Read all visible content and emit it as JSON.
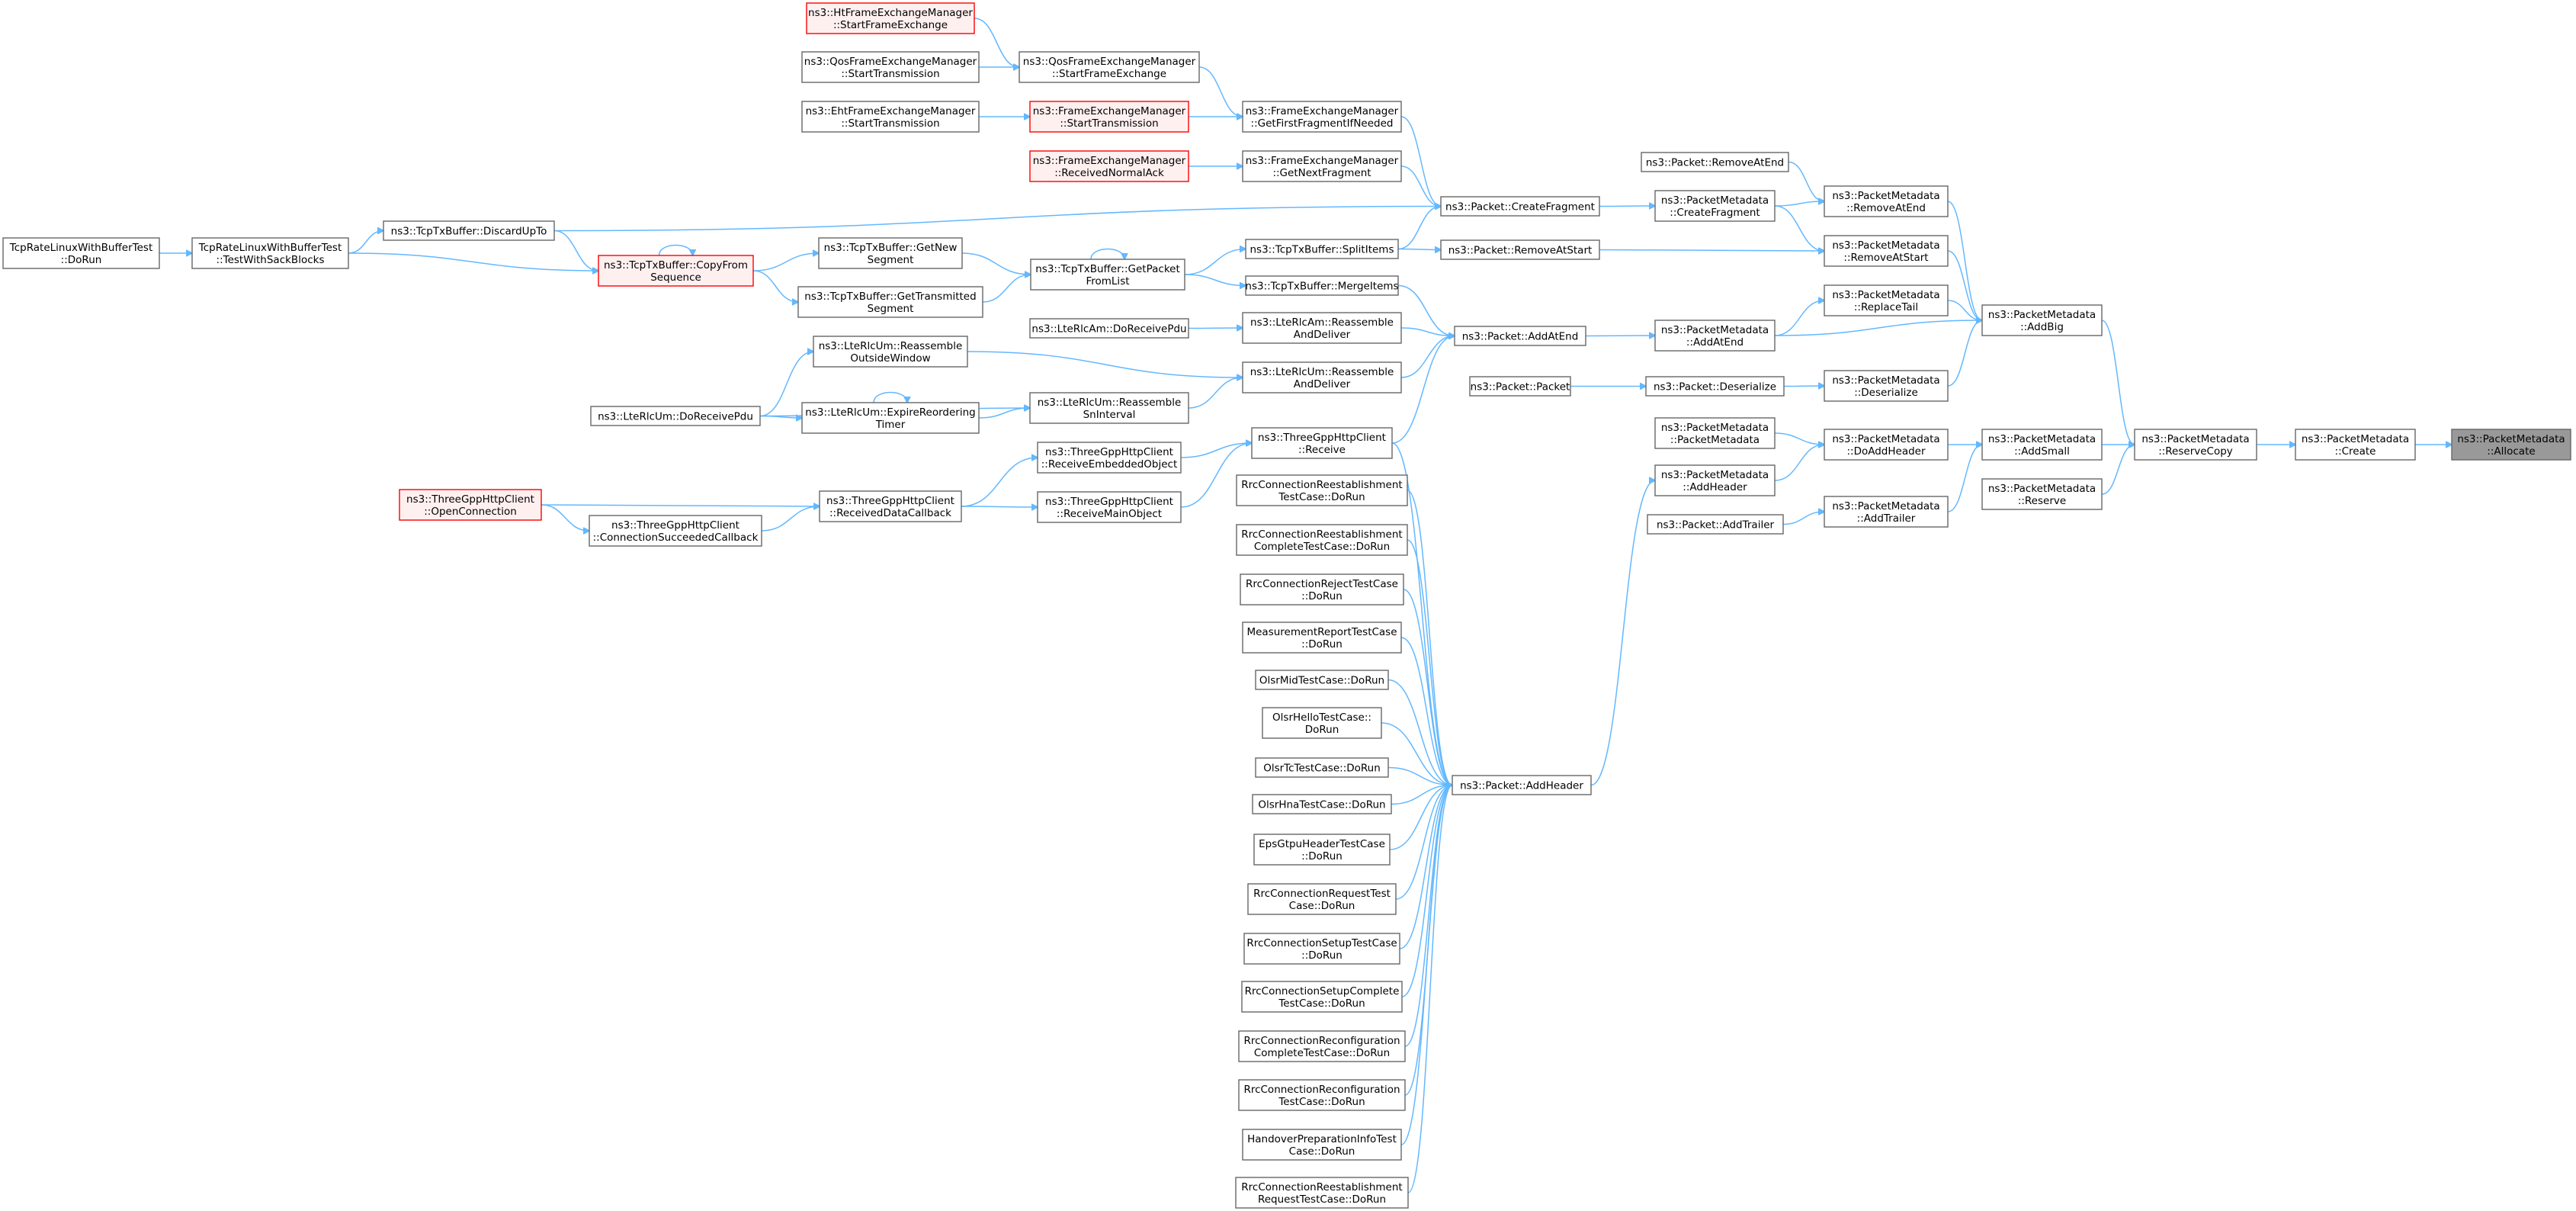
{
  "colors": {
    "edge": "#63b8ff",
    "node_border": "#666666",
    "red_border": "#ff0000",
    "red_fill": "#fff0f0",
    "highlight_fill": "#999999"
  },
  "nodes": [
    {
      "id": "allocate",
      "lines": [
        "ns3::PacketMetadata",
        "::Allocate"
      ],
      "style": "hl"
    },
    {
      "id": "create",
      "lines": [
        "ns3::PacketMetadata",
        "::Create"
      ]
    },
    {
      "id": "reservecopy",
      "lines": [
        "ns3::PacketMetadata",
        "::ReserveCopy"
      ]
    },
    {
      "id": "addbig",
      "lines": [
        "ns3::PacketMetadata",
        "::AddBig"
      ]
    },
    {
      "id": "addsmall",
      "lines": [
        "ns3::PacketMetadata",
        "::AddSmall"
      ]
    },
    {
      "id": "reserve",
      "lines": [
        "ns3::PacketMetadata",
        "::Reserve"
      ]
    },
    {
      "id": "removeatend",
      "lines": [
        "ns3::PacketMetadata",
        "::RemoveAtEnd"
      ]
    },
    {
      "id": "removeatstart",
      "lines": [
        "ns3::PacketMetadata",
        "::RemoveAtStart"
      ]
    },
    {
      "id": "replacetail",
      "lines": [
        "ns3::PacketMetadata",
        "::ReplaceTail"
      ]
    },
    {
      "id": "pm_deserialize",
      "lines": [
        "ns3::PacketMetadata",
        "::Deserialize"
      ]
    },
    {
      "id": "doaddheader",
      "lines": [
        "ns3::PacketMetadata",
        "::DoAddHeader"
      ]
    },
    {
      "id": "pm_addtrailer",
      "lines": [
        "ns3::PacketMetadata",
        "::AddTrailer"
      ]
    },
    {
      "id": "p_removeatend",
      "lines": [
        "ns3::Packet::RemoveAtEnd"
      ]
    },
    {
      "id": "pm_createfragment",
      "lines": [
        "ns3::PacketMetadata",
        "::CreateFragment"
      ]
    },
    {
      "id": "pm_addatend",
      "lines": [
        "ns3::PacketMetadata",
        "::AddAtEnd"
      ]
    },
    {
      "id": "p_deserialize",
      "lines": [
        "ns3::Packet::Deserialize"
      ]
    },
    {
      "id": "pm_pm",
      "lines": [
        "ns3::PacketMetadata",
        "::PacketMetadata"
      ]
    },
    {
      "id": "pm_addheader",
      "lines": [
        "ns3::PacketMetadata",
        "::AddHeader"
      ]
    },
    {
      "id": "p_addtrailer",
      "lines": [
        "ns3::Packet::AddTrailer"
      ]
    },
    {
      "id": "p_createfragment",
      "lines": [
        "ns3::Packet::CreateFragment"
      ]
    },
    {
      "id": "p_removeatstart",
      "lines": [
        "ns3::Packet::RemoveAtStart"
      ]
    },
    {
      "id": "p_addatend",
      "lines": [
        "ns3::Packet::AddAtEnd"
      ]
    },
    {
      "id": "p_packet",
      "lines": [
        "ns3::Packet::Packet"
      ]
    },
    {
      "id": "p_addheader",
      "lines": [
        "ns3::Packet::AddHeader"
      ]
    },
    {
      "id": "fem_getfirst",
      "lines": [
        "ns3::FrameExchangeManager",
        "::GetFirstFragmentIfNeeded"
      ]
    },
    {
      "id": "fem_getnext",
      "lines": [
        "ns3::FrameExchangeManager",
        "::GetNextFragment"
      ]
    },
    {
      "id": "tcp_splititems",
      "lines": [
        "ns3::TcpTxBuffer::SplitItems"
      ]
    },
    {
      "id": "tcp_mergeitems",
      "lines": [
        "ns3::TcpTxBuffer::MergeItems"
      ]
    },
    {
      "id": "am_reassemble",
      "lines": [
        "ns3::LteRlcAm::Reassemble",
        "AndDeliver"
      ]
    },
    {
      "id": "um_reassemble",
      "lines": [
        "ns3::LteRlcUm::Reassemble",
        "AndDeliver"
      ]
    },
    {
      "id": "http_receive",
      "lines": [
        "ns3::ThreeGppHttpClient",
        "::Receive"
      ]
    },
    {
      "id": "t_rre_do",
      "lines": [
        "RrcConnectionReestablishment",
        "TestCase::DoRun"
      ]
    },
    {
      "id": "t_rrec_do",
      "lines": [
        "RrcConnectionReestablishment",
        "CompleteTestCase::DoRun"
      ]
    },
    {
      "id": "t_rrej_do",
      "lines": [
        "RrcConnectionRejectTestCase",
        "::DoRun"
      ]
    },
    {
      "id": "t_mr_do",
      "lines": [
        "MeasurementReportTestCase",
        "::DoRun"
      ]
    },
    {
      "id": "t_mid_do",
      "lines": [
        "OlsrMidTestCase::DoRun"
      ]
    },
    {
      "id": "t_hello_do",
      "lines": [
        "OlsrHelloTestCase::",
        "DoRun"
      ]
    },
    {
      "id": "t_tc_do",
      "lines": [
        "OlsrTcTestCase::DoRun"
      ]
    },
    {
      "id": "t_hna_do",
      "lines": [
        "OlsrHnaTestCase::DoRun"
      ]
    },
    {
      "id": "t_eps_do",
      "lines": [
        "EpsGtpuHeaderTestCase",
        "::DoRun"
      ]
    },
    {
      "id": "t_rreq_do",
      "lines": [
        "RrcConnectionRequestTest",
        "Case::DoRun"
      ]
    },
    {
      "id": "t_rsetup_do",
      "lines": [
        "RrcConnectionSetupTestCase",
        "::DoRun"
      ]
    },
    {
      "id": "t_rsetupc_do",
      "lines": [
        "RrcConnectionSetupComplete",
        "TestCase::DoRun"
      ]
    },
    {
      "id": "t_rrecfgc_do",
      "lines": [
        "RrcConnectionReconfiguration",
        "CompleteTestCase::DoRun"
      ]
    },
    {
      "id": "t_rrecfg_do",
      "lines": [
        "RrcConnectionReconfiguration",
        "TestCase::DoRun"
      ]
    },
    {
      "id": "t_hop_do",
      "lines": [
        "HandoverPreparationInfoTest",
        "Case::DoRun"
      ]
    },
    {
      "id": "t_rrer_do",
      "lines": [
        "RrcConnectionReestablishment",
        "RequestTestCase::DoRun"
      ]
    },
    {
      "id": "qfem_startfe",
      "lines": [
        "ns3::QosFrameExchangeManager",
        "::StartFrameExchange"
      ]
    },
    {
      "id": "fem_starttx",
      "lines": [
        "ns3::FrameExchangeManager",
        "::StartTransmission"
      ],
      "style": "red"
    },
    {
      "id": "fem_rxnack",
      "lines": [
        "ns3::FrameExchangeManager",
        "::ReceivedNormalAck"
      ],
      "style": "red"
    },
    {
      "id": "tcp_getpacket",
      "lines": [
        "ns3::TcpTxBuffer::GetPacket",
        "FromList"
      ]
    },
    {
      "id": "am_dorxpdu",
      "lines": [
        "ns3::LteRlcAm::DoReceivePdu"
      ]
    },
    {
      "id": "um_snint",
      "lines": [
        "ns3::LteRlcUm::Reassemble",
        "SnInterval"
      ]
    },
    {
      "id": "http_rxembed",
      "lines": [
        "ns3::ThreeGppHttpClient",
        "::ReceiveEmbeddedObject"
      ]
    },
    {
      "id": "http_rxmain",
      "lines": [
        "ns3::ThreeGppHttpClient",
        "::ReceiveMainObject"
      ]
    },
    {
      "id": "htfem_startfe",
      "lines": [
        "ns3::HtFrameExchangeManager",
        "::StartFrameExchange"
      ],
      "style": "red"
    },
    {
      "id": "qfem_starttx",
      "lines": [
        "ns3::QosFrameExchangeManager",
        "::StartTransmission"
      ]
    },
    {
      "id": "ehtfem_starttx",
      "lines": [
        "ns3::EhtFrameExchangeManager",
        "::StartTransmission"
      ]
    },
    {
      "id": "tcp_getnew",
      "lines": [
        "ns3::TcpTxBuffer::GetNew",
        "Segment"
      ]
    },
    {
      "id": "tcp_gettx",
      "lines": [
        "ns3::TcpTxBuffer::GetTransmitted",
        "Segment"
      ]
    },
    {
      "id": "um_rxoutside",
      "lines": [
        "ns3::LteRlcUm::Reassemble",
        "OutsideWindow"
      ]
    },
    {
      "id": "um_expire",
      "lines": [
        "ns3::LteRlcUm::ExpireReordering",
        "Timer"
      ]
    },
    {
      "id": "http_rxdatacb",
      "lines": [
        "ns3::ThreeGppHttpClient",
        "::ReceivedDataCallback"
      ]
    },
    {
      "id": "tcp_discard",
      "lines": [
        "ns3::TcpTxBuffer::DiscardUpTo"
      ]
    },
    {
      "id": "tcp_copyfrom",
      "lines": [
        "ns3::TcpTxBuffer::CopyFrom",
        "Sequence"
      ],
      "style": "red"
    },
    {
      "id": "um_dorxpdu",
      "lines": [
        "ns3::LteRlcUm::DoReceivePdu"
      ]
    },
    {
      "id": "http_openconn",
      "lines": [
        "ns3::ThreeGppHttpClient",
        "::OpenConnection"
      ],
      "style": "red"
    },
    {
      "id": "http_connsucc",
      "lines": [
        "ns3::ThreeGppHttpClient",
        "::ConnectionSucceededCallback"
      ]
    },
    {
      "id": "t_sack",
      "lines": [
        "TcpRateLinuxWithBufferTest",
        "::TestWithSackBlocks"
      ]
    },
    {
      "id": "t_tcprate_do",
      "lines": [
        "TcpRateLinuxWithBufferTest",
        "::DoRun"
      ]
    }
  ],
  "edges": [
    [
      "create",
      "allocate"
    ],
    [
      "reservecopy",
      "create"
    ],
    [
      "addbig",
      "reservecopy"
    ],
    [
      "addsmall",
      "reservecopy"
    ],
    [
      "reserve",
      "reservecopy"
    ],
    [
      "removeatend",
      "addbig"
    ],
    [
      "removeatstart",
      "addbig"
    ],
    [
      "replacetail",
      "addbig"
    ],
    [
      "pm_addatend",
      "addbig"
    ],
    [
      "pm_deserialize",
      "addbig"
    ],
    [
      "doaddheader",
      "addsmall"
    ],
    [
      "pm_addtrailer",
      "addsmall"
    ],
    [
      "p_removeatend",
      "removeatend"
    ],
    [
      "pm_createfragment",
      "removeatend"
    ],
    [
      "pm_createfragment",
      "removeatstart"
    ],
    [
      "p_removeatstart",
      "removeatstart"
    ],
    [
      "pm_addatend",
      "replacetail"
    ],
    [
      "p_deserialize",
      "pm_deserialize"
    ],
    [
      "pm_pm",
      "doaddheader"
    ],
    [
      "pm_addheader",
      "doaddheader"
    ],
    [
      "p_addtrailer",
      "pm_addtrailer"
    ],
    [
      "p_createfragment",
      "pm_createfragment"
    ],
    [
      "p_addatend",
      "pm_addatend"
    ],
    [
      "p_packet",
      "p_deserialize"
    ],
    [
      "p_addheader",
      "pm_addheader"
    ],
    [
      "fem_getfirst",
      "p_createfragment"
    ],
    [
      "fem_getnext",
      "p_createfragment"
    ],
    [
      "tcp_discard",
      "p_createfragment"
    ],
    [
      "tcp_splititems",
      "p_createfragment"
    ],
    [
      "tcp_splititems",
      "p_removeatstart"
    ],
    [
      "tcp_mergeitems",
      "p_addatend"
    ],
    [
      "am_reassemble",
      "p_addatend"
    ],
    [
      "um_reassemble",
      "p_addatend"
    ],
    [
      "http_receive",
      "p_addatend"
    ],
    [
      "http_receive",
      "p_addheader"
    ],
    [
      "t_rre_do",
      "p_addheader"
    ],
    [
      "t_rrec_do",
      "p_addheader"
    ],
    [
      "t_rrej_do",
      "p_addheader"
    ],
    [
      "t_mr_do",
      "p_addheader"
    ],
    [
      "t_mid_do",
      "p_addheader"
    ],
    [
      "t_hello_do",
      "p_addheader"
    ],
    [
      "t_tc_do",
      "p_addheader"
    ],
    [
      "t_hna_do",
      "p_addheader"
    ],
    [
      "t_eps_do",
      "p_addheader"
    ],
    [
      "t_rreq_do",
      "p_addheader"
    ],
    [
      "t_rsetup_do",
      "p_addheader"
    ],
    [
      "t_rsetupc_do",
      "p_addheader"
    ],
    [
      "t_rrecfgc_do",
      "p_addheader"
    ],
    [
      "t_rrecfg_do",
      "p_addheader"
    ],
    [
      "t_hop_do",
      "p_addheader"
    ],
    [
      "t_rrer_do",
      "p_addheader"
    ],
    [
      "qfem_startfe",
      "fem_getfirst"
    ],
    [
      "fem_starttx",
      "fem_getfirst"
    ],
    [
      "fem_rxnack",
      "fem_getnext"
    ],
    [
      "tcp_getpacket",
      "tcp_splititems"
    ],
    [
      "tcp_getpacket",
      "tcp_mergeitems"
    ],
    [
      "am_dorxpdu",
      "am_reassemble"
    ],
    [
      "um_rxoutside",
      "um_reassemble"
    ],
    [
      "um_snint",
      "um_reassemble"
    ],
    [
      "http_rxembed",
      "http_receive"
    ],
    [
      "http_rxmain",
      "http_receive"
    ],
    [
      "htfem_startfe",
      "qfem_startfe"
    ],
    [
      "qfem_starttx",
      "qfem_startfe"
    ],
    [
      "ehtfem_starttx",
      "fem_starttx"
    ],
    [
      "tcp_getnew",
      "tcp_getpacket"
    ],
    [
      "tcp_gettx",
      "tcp_getpacket"
    ],
    [
      "tcp_getpacket",
      "tcp_getpacket"
    ],
    [
      "um_expire",
      "um_snint"
    ],
    [
      "um_dorxpdu",
      "um_snint"
    ],
    [
      "http_rxdatacb",
      "http_rxembed"
    ],
    [
      "http_rxdatacb",
      "http_rxmain"
    ],
    [
      "t_sack",
      "tcp_discard"
    ],
    [
      "tcp_discard",
      "tcp_copyfrom"
    ],
    [
      "t_sack",
      "tcp_copyfrom"
    ],
    [
      "tcp_copyfrom",
      "tcp_copyfrom"
    ],
    [
      "tcp_copyfrom",
      "tcp_getnew"
    ],
    [
      "tcp_copyfrom",
      "tcp_gettx"
    ],
    [
      "um_dorxpdu",
      "um_rxoutside"
    ],
    [
      "um_dorxpdu",
      "um_expire"
    ],
    [
      "um_expire",
      "um_expire"
    ],
    [
      "http_openconn",
      "http_rxdatacb"
    ],
    [
      "http_connsucc",
      "http_rxdatacb"
    ],
    [
      "http_openconn",
      "http_connsucc"
    ],
    [
      "t_tcprate_do",
      "t_sack"
    ]
  ]
}
